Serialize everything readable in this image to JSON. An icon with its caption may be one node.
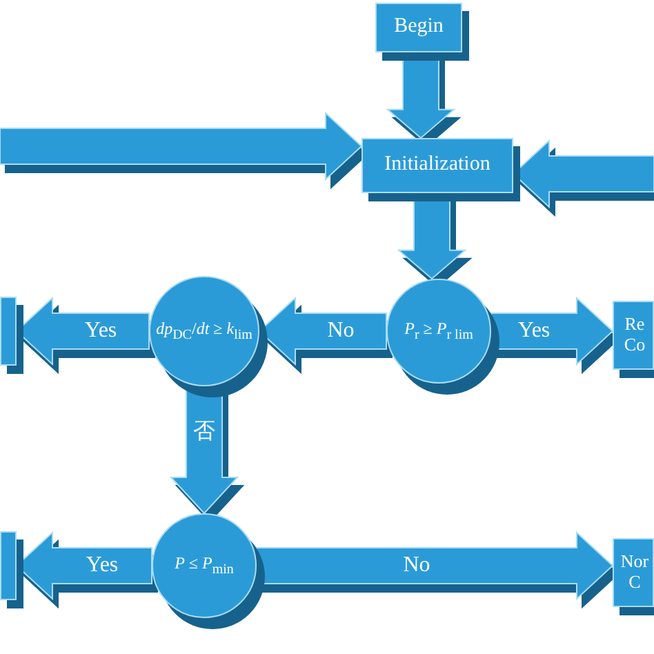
{
  "diagram": {
    "nodes": [
      {
        "text": [
          "Begin"
        ]
      },
      {
        "text": [
          "Initialization"
        ]
      },
      {
        "text": [
          "*P*$_{r}$ ≥ *P*$_{r lim}$"
        ]
      },
      {
        "text": [
          "*dp*$_{DC}$/*dt* ≥ *k*$_{lim}$"
        ]
      },
      {
        "text": [
          "*P* ≤ *P*$_{min}$"
        ]
      },
      {
        "text": [
          "Re Co"
        ]
      },
      {
        "text": [],
        "shape": "box"
      },
      {
        "text": [
          "Nor C"
        ]
      },
      {
        "text": [],
        "shape": "box"
      }
    ],
    "edges": [
      {
        "from": 0,
        "to": 1,
        "arrow": "to"
      },
      {
        "from": null,
        "to": 1,
        "arrow": "to"
      },
      {
        "from": null,
        "to": 1,
        "arrow": "to"
      },
      {
        "from": 1,
        "to": 2,
        "arrow": "to"
      },
      {
        "from": 2,
        "to": 3,
        "label": "No",
        "arrow": "to"
      },
      {
        "from": 2,
        "to": 5,
        "label": "Yes",
        "arrow": "to"
      },
      {
        "from": 3,
        "to": 6,
        "label": "Yes",
        "arrow": "to"
      },
      {
        "from": 3,
        "to": 4,
        "label": "否",
        "arrow": "to"
      },
      {
        "from": 4,
        "to": 8,
        "label": "Yes",
        "arrow": "to"
      },
      {
        "from": 4,
        "to": 7,
        "label": "No",
        "arrow": "to"
      }
    ]
  }
}
